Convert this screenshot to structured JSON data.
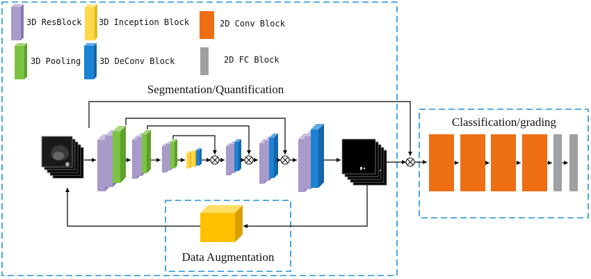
{
  "legend": {
    "items": [
      {
        "label": "3D ResBlock",
        "color": "#A89BC9"
      },
      {
        "label": "3D Inception Block",
        "color": "#FFD84A"
      },
      {
        "label": "2D Conv Block",
        "color": "#EE6E14"
      },
      {
        "label": "3D Pooling",
        "color": "#7DC243"
      },
      {
        "label": "3D DeConv Block",
        "color": "#1E82D2"
      },
      {
        "label": "2D FC Block",
        "color": "#A0A0A0"
      }
    ]
  },
  "sections": {
    "segmentation_title": "Segmentation/Quantification",
    "classification_title": "Classification/grading",
    "augmentation_title": "Data Augmentation"
  },
  "colors": {
    "dashed_border": "#1E90D8",
    "arrow": "#000000",
    "augment_cube": "#FFC000"
  }
}
